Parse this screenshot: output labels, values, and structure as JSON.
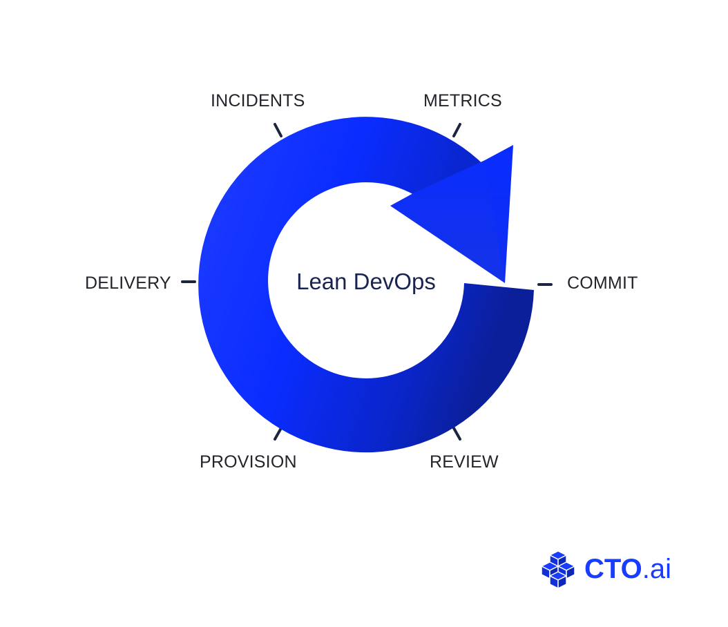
{
  "center_title": "Lean DevOps",
  "stages": {
    "incidents": "INCIDENTS",
    "metrics": "METRICS",
    "commit": "COMMIT",
    "review": "REVIEW",
    "provision": "PROVISION",
    "delivery": "DELIVERY"
  },
  "brand": {
    "name": "CTO",
    "suffix": ".ai"
  },
  "colors": {
    "ring_light": "#2b49ff",
    "ring_mid": "#0a2cff",
    "ring_dark": "#0b1f9a",
    "tick": "#1c2540",
    "text": "#23232b",
    "brand": "#1a3cff"
  },
  "icons": [
    "cycle-arrow-icon",
    "cubes-logo-icon"
  ]
}
